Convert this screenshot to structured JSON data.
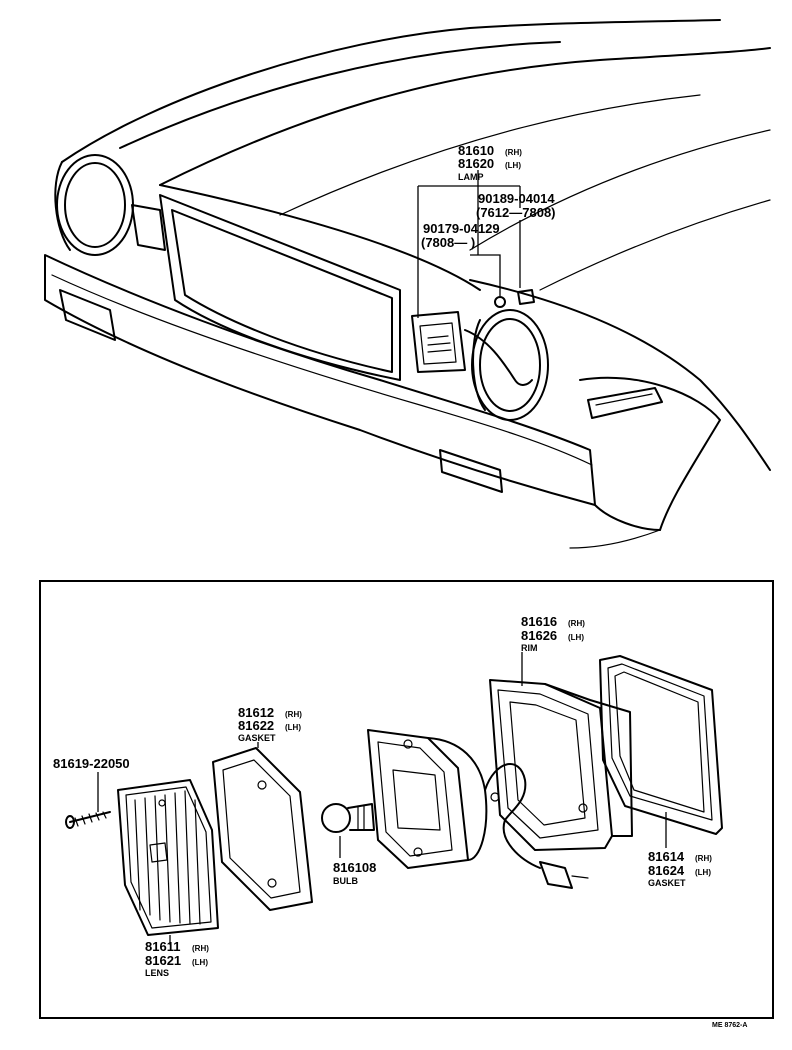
{
  "callouts": {
    "lamp": {
      "pn_rh": "81610",
      "sfx_rh": "(RH)",
      "pn_lh": "81620",
      "sfx_lh": "(LH)",
      "name": "LAMP"
    },
    "screw_a": {
      "pn": "90189-04014",
      "range": "(7612—7808)"
    },
    "screw_b": {
      "pn": "90179-04129",
      "range": "(7808—          )"
    },
    "rim": {
      "pn_rh": "81616",
      "sfx_rh": "(RH)",
      "pn_lh": "81626",
      "sfx_lh": "(LH)",
      "name": "RIM"
    },
    "gasket_front": {
      "pn_rh": "81612",
      "sfx_rh": "(RH)",
      "pn_lh": "81622",
      "sfx_lh": "(LH)",
      "name": "GASKET"
    },
    "screw_c": {
      "pn": "81619-22050"
    },
    "bulb": {
      "pn": "816108",
      "name": "BULB"
    },
    "gasket_rear": {
      "pn_rh": "81614",
      "sfx_rh": "(RH)",
      "pn_lh": "81624",
      "sfx_lh": "(LH)",
      "name": "GASKET"
    },
    "lens": {
      "pn_rh": "81611",
      "sfx_rh": "(RH)",
      "pn_lh": "81621",
      "sfx_lh": "(LH)",
      "name": "LENS"
    }
  },
  "figure_code": "ME 8762-A"
}
